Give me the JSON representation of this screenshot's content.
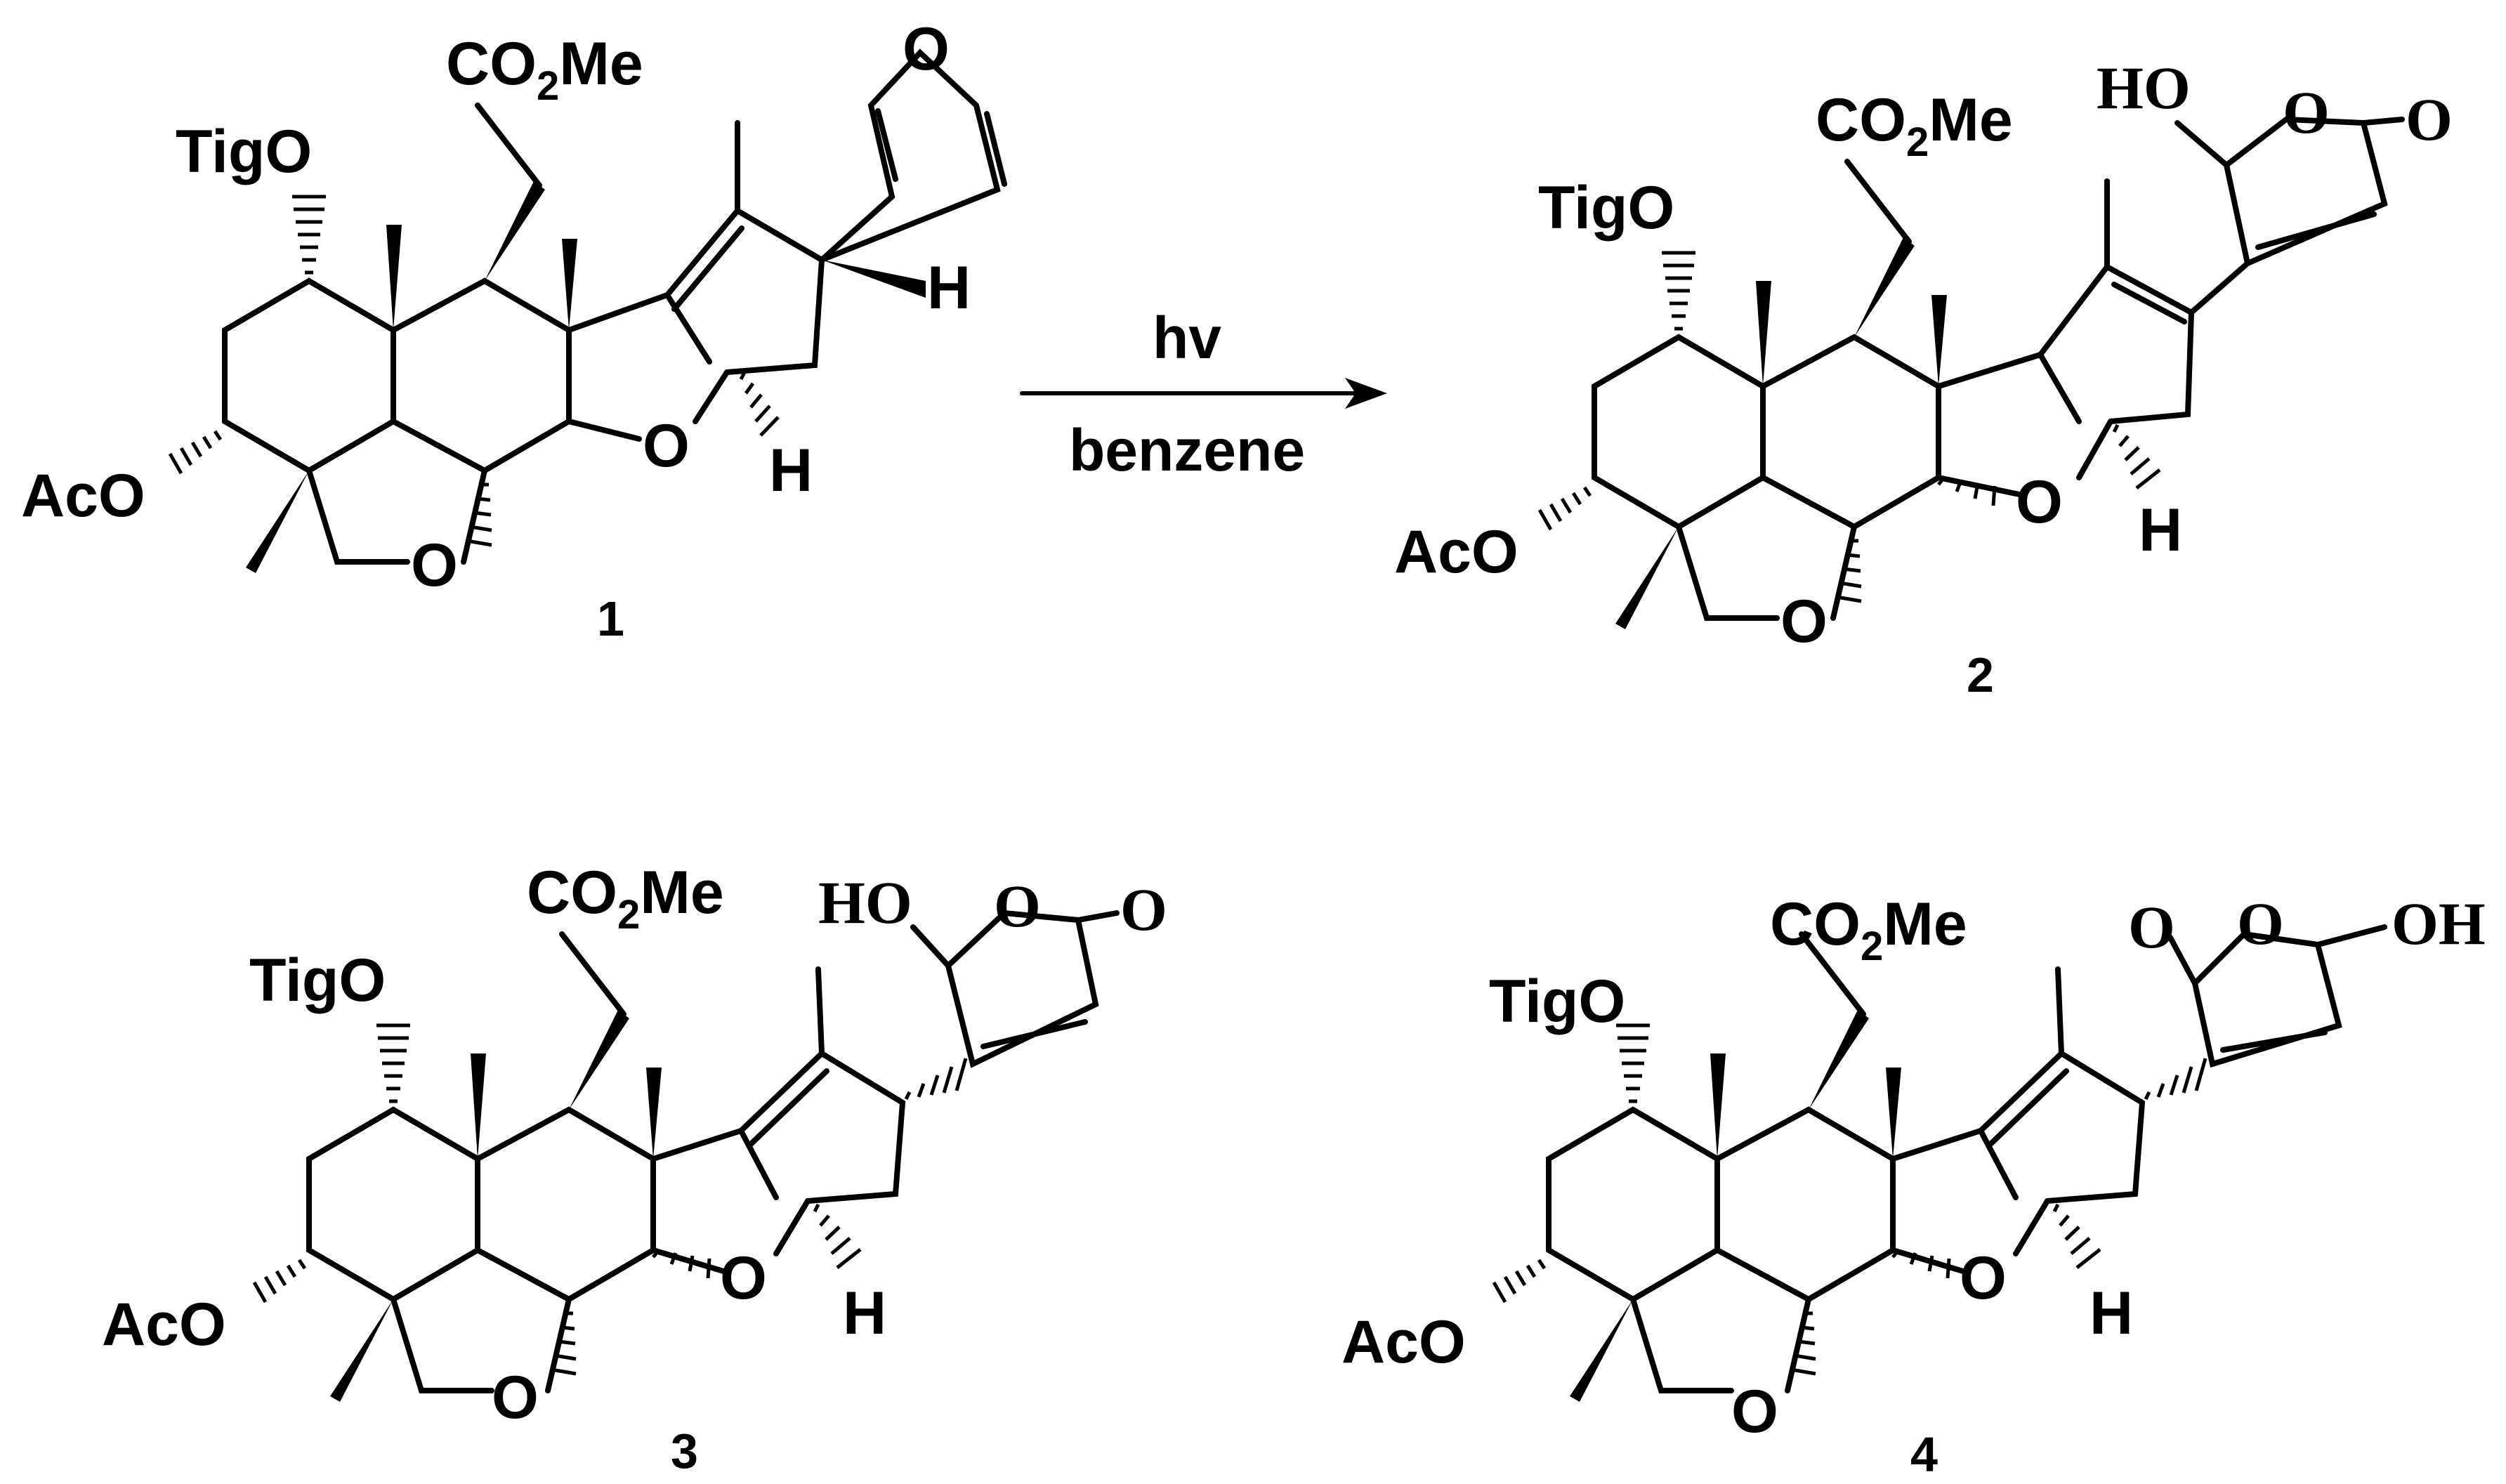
{
  "reaction": {
    "conditions_above": "hv",
    "conditions_below": "benzene"
  },
  "compounds": [
    {
      "number": "1"
    },
    {
      "number": "2"
    },
    {
      "number": "3"
    },
    {
      "number": "4"
    }
  ],
  "labels": {
    "tigo": "TigO",
    "aco": "AcO",
    "co2me_prefix": "CO",
    "co2me_sub": "2",
    "co2me_suffix": "Me",
    "oxygen": "O",
    "hydrogen": "H",
    "hydroxyl_left": "HO",
    "hydroxyl_right": "OH"
  }
}
